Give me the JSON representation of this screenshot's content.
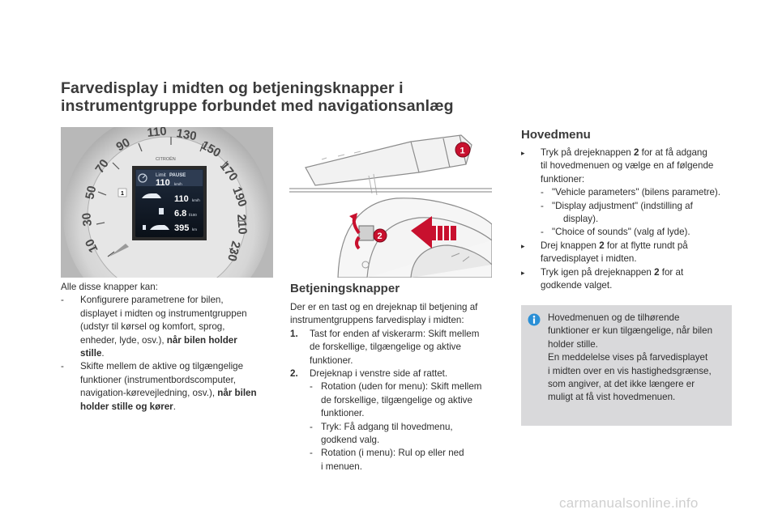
{
  "title": {
    "line1": "Farvedisplay i midten og betjeningsknapper i",
    "line2": "instrumentgruppe forbundet med navigationsanlæg"
  },
  "cluster": {
    "speed_marks": [
      "110",
      "130",
      "150",
      "170",
      "190",
      "210",
      "230",
      "90",
      "70",
      "50",
      "30",
      "10"
    ],
    "brand": "CITROËN",
    "limit_label": "Limit",
    "pause_label": "PAUSE",
    "limit_value": "110",
    "limit_unit": "km/h",
    "row_speed_value": "110",
    "row_speed_unit": "km/h",
    "row_consumption_value": "6.8",
    "row_consumption_unit": "l/100",
    "row_range_value": "395",
    "row_range_unit": "km",
    "side_number": "1"
  },
  "controls_image": {
    "badge1": "1",
    "badge2": "2"
  },
  "left_col": {
    "intro": "Alle disse knapper kan:",
    "dash": "-",
    "l1": "Konfigurere parametrene for bilen,",
    "l2": "displayet i midten og instrumentgruppen",
    "l3": "(udstyr til kørsel og komfort, sprog,",
    "l4a": "enheder, lyde, osv.), ",
    "l4b": "når bilen holder",
    "l5b": "stille",
    "l5c": ".",
    "l6": "Skifte mellem de aktive og tilgængelige",
    "l7": "funktioner (instrumentbordscomputer,",
    "l8a": "navigation-kørevejledning, osv.), ",
    "l8b": "når bilen",
    "l9b": "holder stille og kører",
    "l9c": "."
  },
  "betjening": {
    "heading": "Betjeningsknapper",
    "p1": "Der er en tast og en drejeknap til betjening af",
    "p2": "instrumentgruppens farvedisplay i midten:",
    "n1": "1.",
    "n1_l1": "Tast for enden af viskerarm: Skift mellem",
    "n1_l2": "de forskellige, tilgængelige og aktive",
    "n1_l3": "funktioner.",
    "n2": "2.",
    "n2_l1": "Drejeknap i venstre side af rattet.",
    "dash": "-",
    "s1_l1": "Rotation (uden for menu): Skift mellem",
    "s1_l2": "de forskellige, tilgængelige og aktive",
    "s1_l3": "funktioner.",
    "s2_l1": "Tryk: Få adgang til hovedmenu,",
    "s2_l2": "godkend valg.",
    "s3_l1": "Rotation (i menu): Rul op eller ned",
    "s3_l2": "i menuen."
  },
  "hovedmenu": {
    "heading": "Hovedmenu",
    "mark": "",
    "b1_l1a": "Tryk på drejeknappen ",
    "b1_l1b": "2",
    "b1_l1c": " for at få adgang",
    "b1_l2": "til hovedmenuen og vælge en af følgende",
    "b1_l3": "funktioner:",
    "dash": "-",
    "o1": "\"Vehicle parameters\" (bilens parametre).",
    "o2_l1": "\"Display adjustment\" (indstilling af",
    "o2_l2": "display).",
    "o3": "\"Choice of sounds\" (valg af lyde).",
    "b2_l1a": "Drej knappen ",
    "b2_l1b": "2",
    "b2_l1c": " for at flytte rundt på",
    "b2_l2": "farvedisplayet i midten.",
    "b3_l1a": "Tryk igen på drejeknappen ",
    "b3_l1b": "2",
    "b3_l1c": " for at",
    "b3_l2": "godkende valget."
  },
  "note": {
    "l1": "Hovedmenuen og de tilhørende",
    "l2": "funktioner er kun tilgængelige, når bilen",
    "l3": "holder stille.",
    "l4": "En meddelelse vises på farvedisplayet",
    "l5": "i midten over en vis hastighedsgrænse,",
    "l6": "som angiver, at det ikke længere er",
    "l7": "muligt at få vist hovedmenuen."
  },
  "watermark": "carmanualsonline.info",
  "colors": {
    "note_bg": "#d9d9db",
    "badge_red": "#c8102e",
    "info_blue": "#2a8fd6",
    "screen_bg": "#141e2c"
  }
}
